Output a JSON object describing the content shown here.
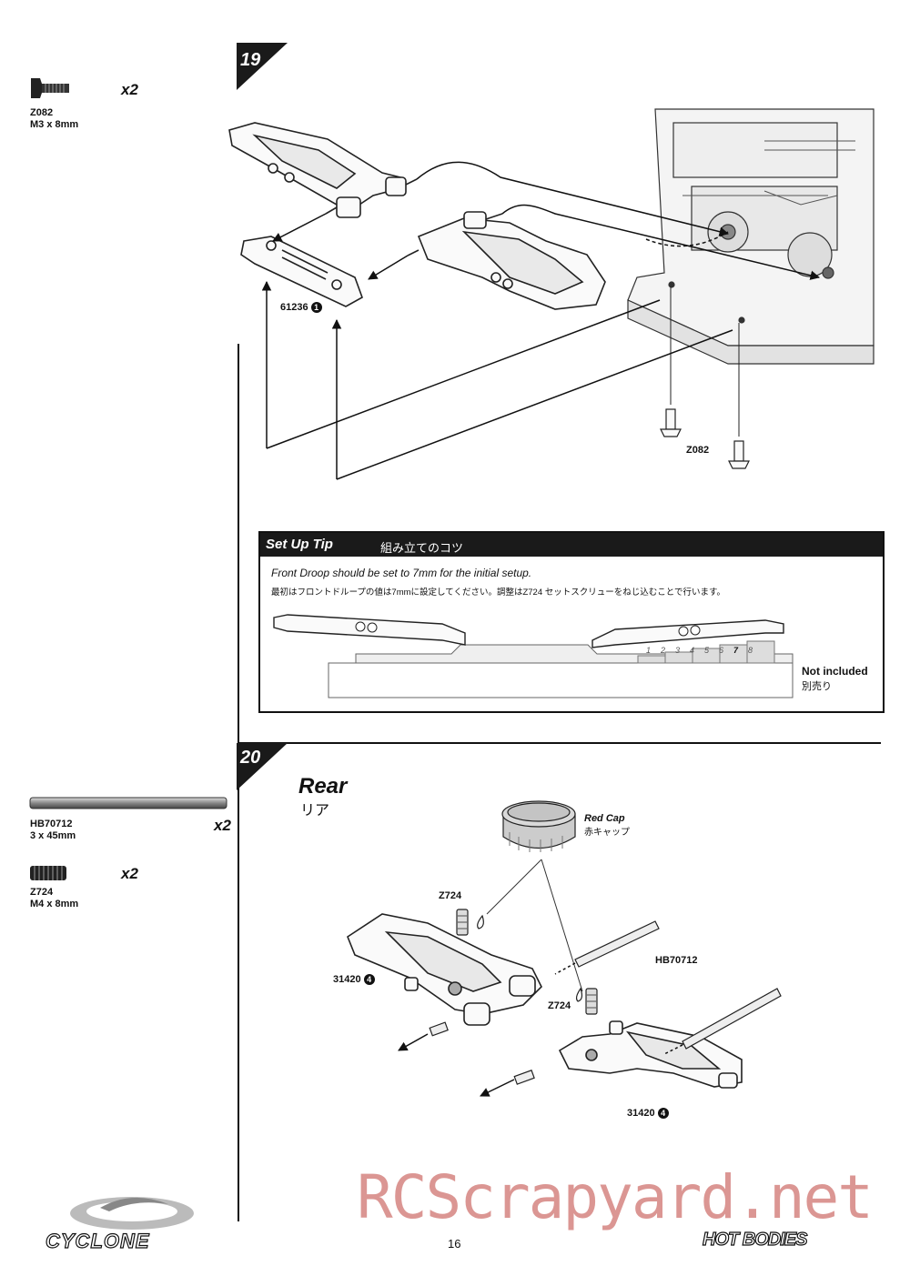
{
  "page_number": "16",
  "watermark": "RCScrapyard.net",
  "logos": {
    "left": "CYCLONE",
    "right": "HOT BODIES"
  },
  "step19": {
    "number": "19",
    "parts": [
      {
        "code": "Z082",
        "size": "M3 x 8mm",
        "qty": "x2"
      }
    ],
    "labels": {
      "arm_part": "61236",
      "arm_ref": "1",
      "screw": "Z082"
    },
    "tip": {
      "title": "Set Up Tip",
      "title_jp": "組み立てのコツ",
      "text_en": "Front Droop should be set to 7mm for the initial setup.",
      "text_jp": "最初はフロントドループの値は7mmに設定してください。調整はZ724 セットスクリューをねじ込むことで行います。",
      "gauge_marks": [
        "1",
        "2",
        "3",
        "4",
        "5",
        "6",
        "7",
        "8"
      ],
      "not_included": "Not included",
      "not_included_jp": "別売り"
    }
  },
  "step20": {
    "number": "20",
    "heading": "Rear",
    "heading_jp": "リア",
    "parts": [
      {
        "code": "HB70712",
        "size": "3 x 45mm",
        "qty": "x2"
      },
      {
        "code": "Z724",
        "size": "M4 x 8mm",
        "qty": "x2"
      }
    ],
    "labels": {
      "red_cap": "Red Cap",
      "red_cap_jp": "赤キャップ",
      "setscrew_a": "Z724",
      "setscrew_b": "Z724",
      "hinge_pin": "HB70712",
      "arm_a": "31420",
      "arm_b": "31420",
      "arm_ref": "4"
    }
  }
}
